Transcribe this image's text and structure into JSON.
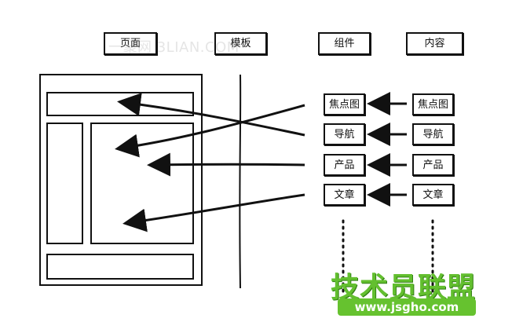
{
  "headers": {
    "page": "页面",
    "template": "模板",
    "component": "组件",
    "content": "内容"
  },
  "component_items": [
    "焦点图",
    "导航",
    "产品",
    "文章"
  ],
  "content_items": [
    "焦点图",
    "导航",
    "产品",
    "文章"
  ],
  "watermark": "一聚网 3LIAN.COM",
  "logo": {
    "main": "技术员联盟",
    "url": "www.jsgho.com"
  },
  "colors": {
    "ink": "#111111",
    "logo_green": "#63bf2f",
    "watermark_gray": "#6e6e6e"
  }
}
